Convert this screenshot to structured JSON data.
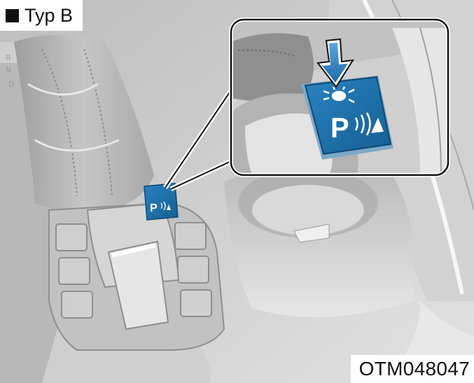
{
  "caption": {
    "label": "Typ B"
  },
  "figure_code": "OTM048047",
  "gear_letters": [
    "R",
    "N",
    "D"
  ],
  "button_letter": "P",
  "colors": {
    "button_blue": "#1c6fa8",
    "arrow_blue": "#2f7fc0",
    "console_gray": "#c8c8c8",
    "background": "#ffffff"
  },
  "icons": {
    "press_arrow": "down-arrow-icon",
    "parking_sensor": "parking-sensor-icon",
    "light_burst": "light-burst-icon",
    "marker": "black-square-icon"
  }
}
